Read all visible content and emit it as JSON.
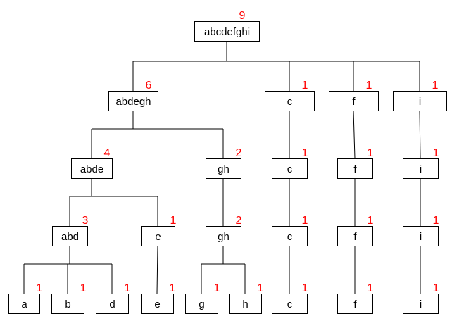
{
  "colors": {
    "box_border": "#000000",
    "text": "#000000",
    "count": "#ff0000",
    "background": "#ffffff"
  },
  "nodes": [
    {
      "id": "root",
      "label": "abcdefghi",
      "count": "9"
    },
    {
      "id": "abdegh",
      "label": "abdegh",
      "count": "6"
    },
    {
      "id": "c1",
      "label": "c",
      "count": "1"
    },
    {
      "id": "f1",
      "label": "f",
      "count": "1"
    },
    {
      "id": "i1",
      "label": "i",
      "count": "1"
    },
    {
      "id": "abde",
      "label": "abde",
      "count": "4"
    },
    {
      "id": "gh1",
      "label": "gh",
      "count": "2"
    },
    {
      "id": "c2",
      "label": "c",
      "count": "1"
    },
    {
      "id": "f2",
      "label": "f",
      "count": "1"
    },
    {
      "id": "i2",
      "label": "i",
      "count": "1"
    },
    {
      "id": "abd",
      "label": "abd",
      "count": "3"
    },
    {
      "id": "e1",
      "label": "e",
      "count": "1"
    },
    {
      "id": "gh2",
      "label": "gh",
      "count": "2"
    },
    {
      "id": "c3",
      "label": "c",
      "count": "1"
    },
    {
      "id": "f3",
      "label": "f",
      "count": "1"
    },
    {
      "id": "i3",
      "label": "i",
      "count": "1"
    },
    {
      "id": "a",
      "label": "a",
      "count": "1"
    },
    {
      "id": "b",
      "label": "b",
      "count": "1"
    },
    {
      "id": "d",
      "label": "d",
      "count": "1"
    },
    {
      "id": "e2",
      "label": "e",
      "count": "1"
    },
    {
      "id": "g",
      "label": "g",
      "count": "1"
    },
    {
      "id": "h",
      "label": "h",
      "count": "1"
    },
    {
      "id": "c4",
      "label": "c",
      "count": "1"
    },
    {
      "id": "f4",
      "label": "f",
      "count": "1"
    },
    {
      "id": "i4",
      "label": "i",
      "count": "1"
    }
  ],
  "edges": [
    {
      "from": "root",
      "to": [
        "abdegh",
        "c1",
        "f1",
        "i1"
      ]
    },
    {
      "from": "abdegh",
      "to": [
        "abde",
        "gh1"
      ]
    },
    {
      "from": "c1",
      "to": [
        "c2"
      ]
    },
    {
      "from": "f1",
      "to": [
        "f2"
      ]
    },
    {
      "from": "i1",
      "to": [
        "i2"
      ]
    },
    {
      "from": "abde",
      "to": [
        "abd",
        "e1"
      ]
    },
    {
      "from": "gh1",
      "to": [
        "gh2"
      ]
    },
    {
      "from": "c2",
      "to": [
        "c3"
      ]
    },
    {
      "from": "f2",
      "to": [
        "f3"
      ]
    },
    {
      "from": "i2",
      "to": [
        "i3"
      ]
    },
    {
      "from": "abd",
      "to": [
        "a",
        "b",
        "d"
      ]
    },
    {
      "from": "e1",
      "to": [
        "e2"
      ]
    },
    {
      "from": "gh2",
      "to": [
        "g",
        "h"
      ]
    },
    {
      "from": "c3",
      "to": [
        "c4"
      ]
    },
    {
      "from": "f3",
      "to": [
        "f4"
      ]
    },
    {
      "from": "i3",
      "to": [
        "i4"
      ]
    }
  ]
}
